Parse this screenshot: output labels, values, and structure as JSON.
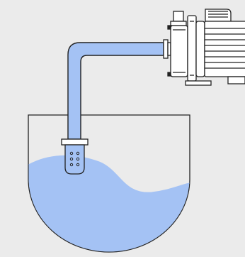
{
  "scene": {
    "background": "#ebebeb",
    "water_color": "#a4c2f4",
    "stroke_color": "#222222",
    "pump_fill": "#ffffff",
    "components": [
      "tank",
      "water",
      "suction-pipe",
      "foot-valve-strainer",
      "water-pump",
      "electric-motor"
    ]
  }
}
